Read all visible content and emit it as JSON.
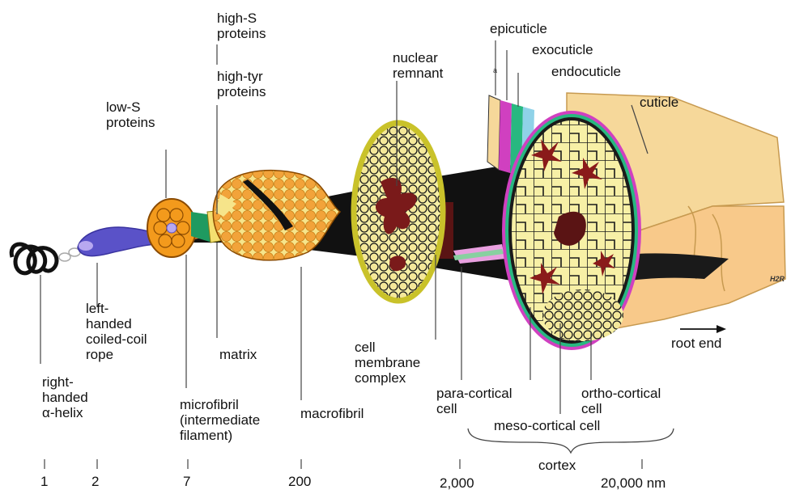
{
  "labels": {
    "right_handed_helix": "right-\nhanded\nα-helix",
    "left_handed_rope": "left-\nhanded\ncoiled-coil\nrope",
    "low_s_proteins": "low-S\nproteins",
    "high_s_proteins": "high-S\nproteins",
    "high_tyr_proteins": "high-tyr\nproteins",
    "microfibril": "microfibril\n(intermediate\nfilament)",
    "matrix": "matrix",
    "macrofibril": "macrofibril",
    "nuclear_remnant": "nuclear\nremnant",
    "cell_membrane_complex": "cell\nmembrane\ncomplex",
    "para_cortical_cell": "para-cortical\ncell",
    "meso_cortical_cell": "meso-cortical cell",
    "ortho_cortical_cell": "ortho-cortical\ncell",
    "cortex": "cortex",
    "epicuticle": "epicuticle",
    "exocuticle": "exocuticle",
    "endocuticle": "endocuticle",
    "cuticle": "cuticle",
    "root_end": "root end",
    "small_a": "a",
    "signature": "H2R"
  },
  "scale_values": [
    "1",
    "2",
    "7",
    "200",
    "2,000",
    "20,000 nm"
  ],
  "colors": {
    "helix": "#111111",
    "rope": "#5a52c8",
    "microfibril": "#f39a1c",
    "macrofibril_dots": "#f2a33a",
    "cell_fill": "#f7f0a6",
    "cuticle": "#f6d89a",
    "nucleus": "#7a1a1a",
    "epicuticle": "#d040c0",
    "exocuticle": "#28b880",
    "endocuticle": "#8fd2e8"
  }
}
